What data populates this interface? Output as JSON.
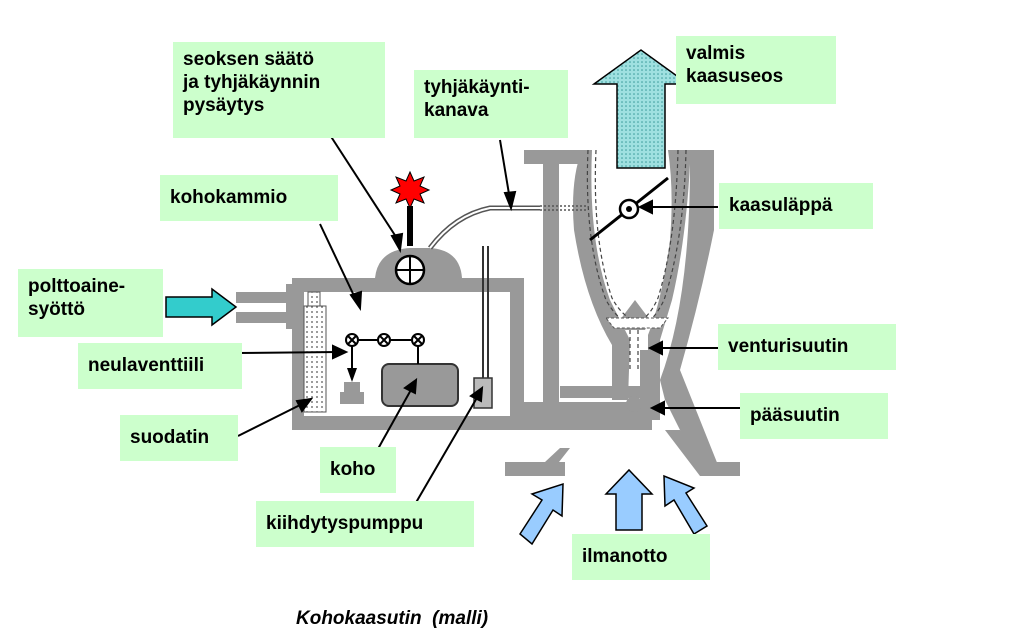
{
  "labels": {
    "seos": "seoksen säätö\nja tyhjäkäynnin\npysäytys",
    "tyhjakanava": "tyhjäkäynti-\nkanava",
    "valmis": "valmis\nkaasuseos",
    "kohokammio": "kohokammio",
    "kaasulappa": "kaasuläppä",
    "polttoaine": "polttoaine-\nsyöttö",
    "neulaventtiili": "neulaventtiili",
    "venturisuutin": "venturisuutin",
    "paasuutin": "pääsuutin",
    "suodatin": "suodatin",
    "koho": "koho",
    "kiihdytyspumppu": "kiihdytyspumppu",
    "ilmanotto": "ilmanotto"
  },
  "caption": "Kohokaasutin  (malli)",
  "colors": {
    "label_bg": "#ccffcc",
    "body": "#999999",
    "fuel_arrow": "#33cccc",
    "mixture_arrow": "#66cccc",
    "air_arrow": "#99ccff",
    "stop_valve": "#ff0000",
    "filter": "#dddddd"
  }
}
